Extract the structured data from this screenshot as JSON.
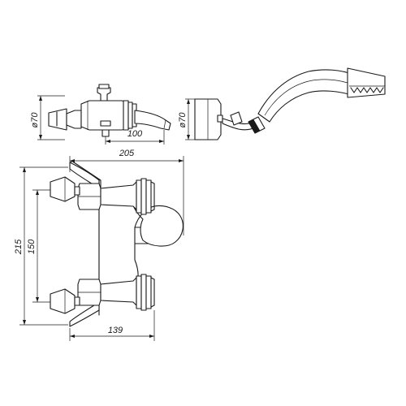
{
  "dimensions": {
    "side_diameter": "ø70",
    "spout_length": "100",
    "bracket_diameter": "ø70",
    "overall_width": "205",
    "overall_height": "215",
    "center_spacing": "150",
    "wall_to_handle": "139"
  }
}
